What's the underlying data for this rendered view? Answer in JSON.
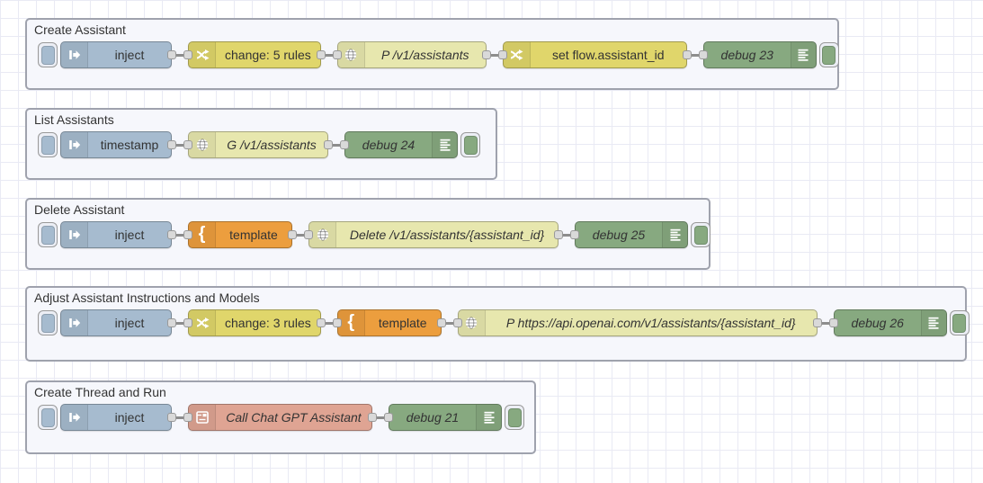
{
  "colors": {
    "inject": "#a6bbcf",
    "change": "#e0d66b",
    "http": "#e7e7ae",
    "template": "#ec9e3e",
    "debug": "#87a980",
    "subflow": "#dfa493"
  },
  "groups": [
    {
      "title": "Create Assistant",
      "nodes": [
        {
          "type": "inject",
          "label": "inject",
          "icon": "inject-arrow-icon"
        },
        {
          "type": "change",
          "label": "change: 5 rules",
          "icon": "shuffle-icon"
        },
        {
          "type": "http",
          "label": "P /v1/assistants",
          "icon": "globe-icon"
        },
        {
          "type": "change",
          "label": "set flow.assistant_id",
          "icon": "shuffle-icon"
        },
        {
          "type": "debug",
          "label": "debug 23",
          "icon": "debug-output-icon"
        }
      ]
    },
    {
      "title": "List Assistants",
      "nodes": [
        {
          "type": "inject",
          "label": "timestamp",
          "icon": "inject-arrow-icon"
        },
        {
          "type": "http",
          "label": "G /v1/assistants",
          "icon": "globe-icon"
        },
        {
          "type": "debug",
          "label": "debug 24",
          "icon": "debug-output-icon"
        }
      ]
    },
    {
      "title": "Delete Assistant",
      "nodes": [
        {
          "type": "inject",
          "label": "inject",
          "icon": "inject-arrow-icon"
        },
        {
          "type": "template",
          "label": "template",
          "icon": "curly-brace-icon"
        },
        {
          "type": "http",
          "label": "Delete /v1/assistants/{assistant_id}",
          "icon": "globe-icon"
        },
        {
          "type": "debug",
          "label": "debug 25",
          "icon": "debug-output-icon"
        }
      ]
    },
    {
      "title": "Adjust Assistant Instructions and Models",
      "nodes": [
        {
          "type": "inject",
          "label": "inject",
          "icon": "inject-arrow-icon"
        },
        {
          "type": "change",
          "label": "change: 3 rules",
          "icon": "shuffle-icon"
        },
        {
          "type": "template",
          "label": "template",
          "icon": "curly-brace-icon"
        },
        {
          "type": "http",
          "label": "P https://api.openai.com/v1/assistants/{assistant_id}",
          "icon": "globe-icon"
        },
        {
          "type": "debug",
          "label": "debug 26",
          "icon": "debug-output-icon"
        }
      ]
    },
    {
      "title": "Create Thread and Run",
      "nodes": [
        {
          "type": "inject",
          "label": "inject",
          "icon": "inject-arrow-icon"
        },
        {
          "type": "subflow",
          "label": "Call Chat GPT Assistant",
          "icon": "subflow-icon"
        },
        {
          "type": "debug",
          "label": "debug 21",
          "icon": "debug-output-icon"
        }
      ]
    }
  ]
}
